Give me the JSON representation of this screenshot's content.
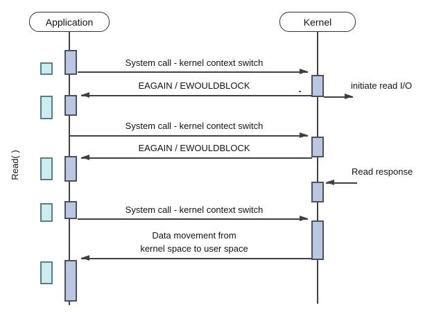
{
  "diagram": {
    "type": "sequence",
    "side_label": "Read( )",
    "actors": [
      {
        "id": "application",
        "label": "Application"
      },
      {
        "id": "kernel",
        "label": "Kernel"
      }
    ],
    "messages": [
      {
        "label": "System call - kernel context switch",
        "from": "Application",
        "to": "Kernel"
      },
      {
        "label": "EAGAIN / EWOULDBLOCK",
        "from": "Kernel",
        "to": "Application"
      },
      {
        "label": "initiate read I/O",
        "from": "Kernel",
        "to": "right-side"
      },
      {
        "label": "System call - kernel contect switch",
        "from": "Application",
        "to": "Kernel"
      },
      {
        "label": "EAGAIN / EWOULDBLOCK",
        "from": "Kernel",
        "to": "Application"
      },
      {
        "label": "Read response",
        "from": "right-side",
        "to": "Kernel"
      },
      {
        "label": "System call - kernel context switch",
        "from": "Application",
        "to": "Kernel"
      },
      {
        "label": "Data movement from\nkernel space to user space",
        "from": "Kernel",
        "to": "Application"
      }
    ],
    "colors": {
      "activation_fill": "#b9c7e2",
      "activation_border": "#47525f",
      "wait_fill": "#caedf2",
      "wait_border": "#5a7d84",
      "line_color": "#3f3f3f",
      "text_color": "#111111"
    }
  }
}
